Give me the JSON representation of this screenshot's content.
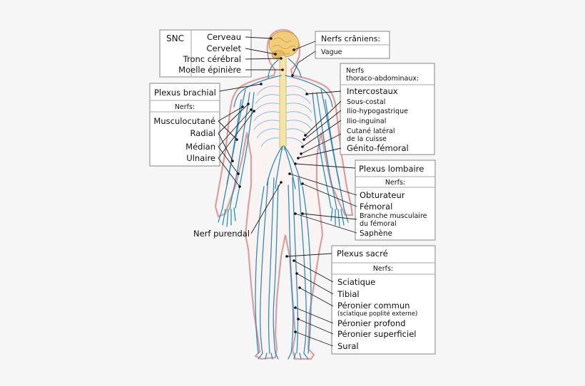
{
  "colors": {
    "background": "#f6f6f6",
    "nerve": "#2d8fc0",
    "nerve_light": "#8cc8e6",
    "brain": "#f2cc7a",
    "spinal_cord": "#f4e6a6",
    "body_outline": "#d9a0a0"
  },
  "snc": {
    "title": "SNC",
    "items": [
      "Cerveau",
      "Cervelet",
      "Tronc cérébral",
      "Moelle épinière"
    ]
  },
  "cranial": {
    "title": "Nerfs crâniens:",
    "item": "Vague"
  },
  "thoraco": {
    "title_line1": "Nerfs",
    "title_line2": "thoraco-abdominaux:",
    "intercostaux": "Intercostaux",
    "sous_costal": "Sous-costal",
    "ilio_hypo": "Ilio-hypogastrique",
    "ilio_inguinal": "Ilio-inguinal",
    "cutane_1": "Cutané latéral",
    "cutane_2": "de la cuisse",
    "genito": "Génito-fémoral"
  },
  "brachial": {
    "title": "Plexus brachial",
    "subtitle": "Nerfs:",
    "items": [
      "Musculocutané",
      "Radial",
      "Médian",
      "Ulnaire"
    ]
  },
  "lombaire": {
    "title": "Plexus lombaire",
    "subtitle": "Nerfs:",
    "obturateur": "Obturateur",
    "femoral": "Fémoral",
    "branche_1": "Branche musculaire",
    "branche_2": "du fémoral",
    "saphene": "Saphène"
  },
  "purendal": "Nerf purendal",
  "sacre": {
    "title": "Plexus sacré",
    "subtitle": "Nerfs:",
    "sciatique": "Sciatique",
    "tibial": "Tibial",
    "peronier_commun": "Péronier commun",
    "peronier_commun_note": "(sciatique poplité externe)",
    "peronier_profond": "Péronier profond",
    "peronier_superficiel": "Péronier superficiel",
    "sural": "Sural"
  }
}
